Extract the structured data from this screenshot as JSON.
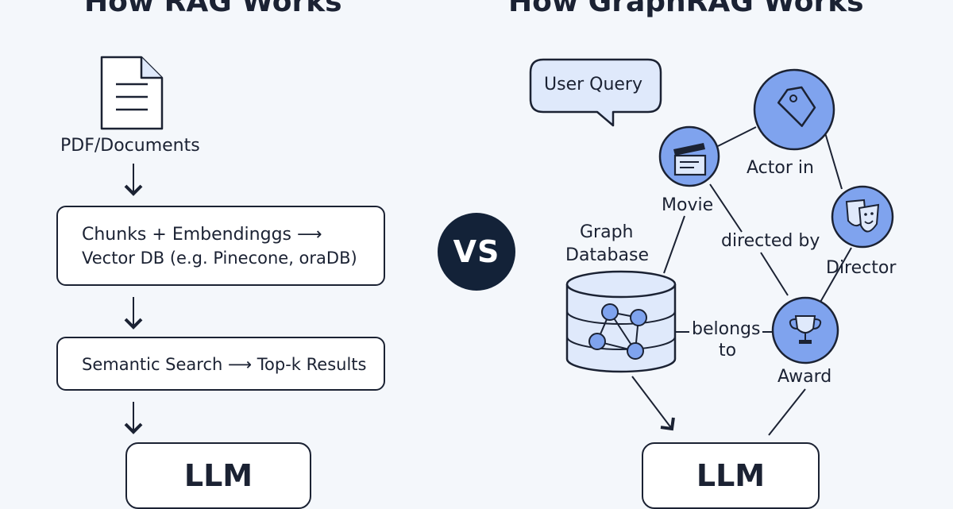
{
  "rag": {
    "title": "How RAG Works",
    "doc_label": "PDF/Documents",
    "step1_line1": "Chunks + Embendinggs ⟶",
    "step1_line2": "Vector DB (e.g. Pinecone, oraDB)",
    "step2": "Semantic Search ⟶ Top-k Results",
    "llm": "LLM"
  },
  "vs": "VS",
  "graphrag": {
    "title": "How GraphRAG Works",
    "query": "User Query",
    "db_line1": "Graph",
    "db_line2": "Database",
    "nodes": {
      "movie": "Movie",
      "director": "Director",
      "award": "Award"
    },
    "edges": {
      "actor_in": "Actor in",
      "directed_by": "directed by",
      "belongs_line1": "belongs",
      "belongs_line2": "to"
    },
    "llm": "LLM"
  },
  "colors": {
    "node_fill": "#7fa3ee",
    "light_fill": "#dfe9fb",
    "ink": "#1b2233",
    "vs_bg": "#132238"
  },
  "icons": [
    "document-icon",
    "clapperboard-icon",
    "tag-icon",
    "theater-masks-icon",
    "trophy-icon",
    "database-icon",
    "speech-bubble-icon"
  ]
}
